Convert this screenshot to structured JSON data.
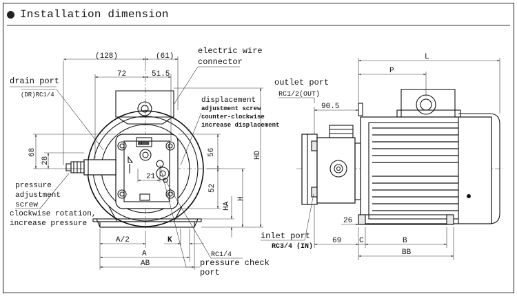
{
  "header": {
    "title": "Installation dimension"
  },
  "front_view": {
    "dims": {
      "d128": "(128)",
      "d61": "(61)",
      "d72": "72",
      "d515": "51.5",
      "d68": "68",
      "d28": "28",
      "d56": "56",
      "d52": "52",
      "d21": "21",
      "a_half": "A/2",
      "k": "K",
      "a": "A",
      "ab": "AB",
      "h": "H",
      "ha": "HA",
      "hd": "HD"
    },
    "labels": {
      "drain_port": "drain port",
      "drain_port_code": "(DR)RC1/4",
      "electric_wire_1": "electric wire",
      "electric_wire_2": "connector",
      "displacement": "displacement",
      "displacement_2": "adjustment screw",
      "displacement_3": "counter-clockwise",
      "displacement_4": "increase displacement",
      "pressure_adj_1": "pressure",
      "pressure_adj_2": "adjustment",
      "pressure_adj_3": "screw",
      "pressure_adj_4": "clockwise rotation,",
      "pressure_adj_5": "increase pressure",
      "rc14": "RC1/4",
      "pressure_check_1": "pressure check",
      "pressure_check_2": "port"
    }
  },
  "side_view": {
    "dims": {
      "l": "L",
      "p": "P",
      "d905": "90.5",
      "d26": "26",
      "d69": "69",
      "c": "C",
      "b": "B",
      "bb": "BB"
    },
    "labels": {
      "outlet_port": "outlet port",
      "outlet_code": "RC1/2(OUT)",
      "inlet_port": "inlet port",
      "inlet_code": "RC3/4 (IN)"
    }
  }
}
